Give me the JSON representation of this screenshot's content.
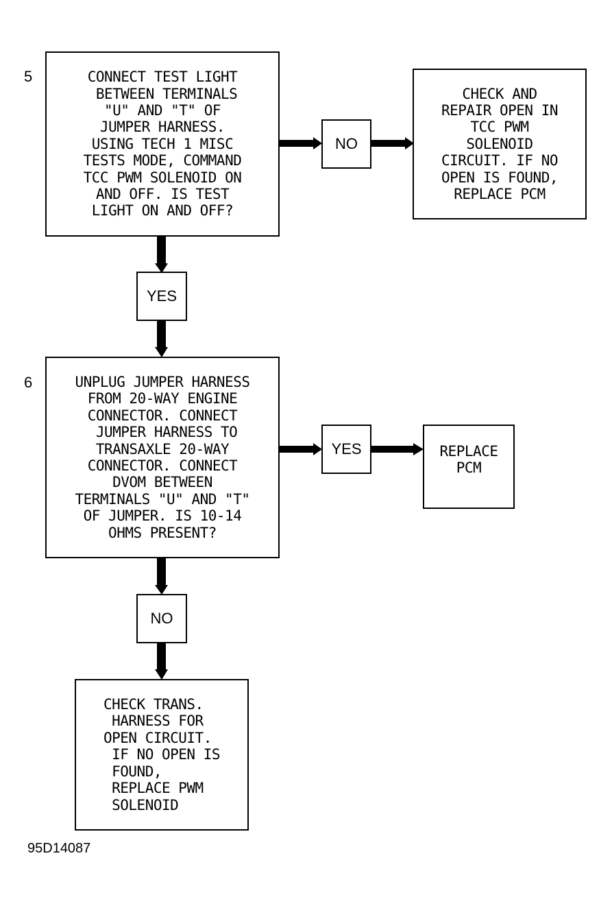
{
  "steps": {
    "s5": {
      "number": "5",
      "question": "CONNECT TEST LIGHT\n BETWEEN TERMINALS\n\"U\" AND \"T\" OF\nJUMPER HARNESS.\nUSING TECH 1 MISC\nTESTS MODE, COMMAND\nTCC PWM SOLENOID ON\nAND OFF. IS TEST\nLIGHT ON AND OFF?",
      "no_label": "NO",
      "no_result": "CHECK AND\nREPAIR OPEN IN\nTCC PWM\nSOLENOID\nCIRCUIT. IF NO\nOPEN IS FOUND,\nREPLACE PCM",
      "yes_label": "YES"
    },
    "s6": {
      "number": "6",
      "question": "UNPLUG JUMPER HARNESS\nFROM 20-WAY ENGINE\nCONNECTOR. CONNECT\n JUMPER HARNESS TO\nTRANSAXLE 20-WAY\nCONNECTOR. CONNECT\nDVOM BETWEEN\nTERMINALS \"U\" AND \"T\"\nOF JUMPER. IS 10-14\nOHMS PRESENT?",
      "yes_label": "YES",
      "yes_result": "REPLACE\nPCM",
      "no_label": "NO",
      "no_result": "CHECK TRANS.\n HARNESS FOR\nOPEN CIRCUIT.\n IF NO OPEN IS\n FOUND,\n REPLACE PWM\n SOLENOID"
    }
  },
  "figure_id": "95D14087"
}
